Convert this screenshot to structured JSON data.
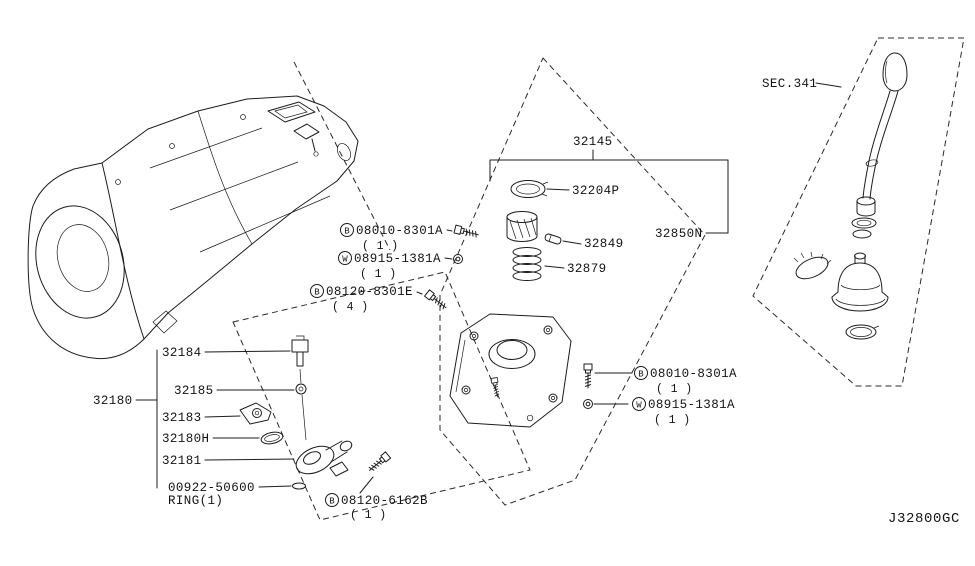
{
  "diagram": {
    "code": "J32800GC",
    "section": "SEC.341"
  },
  "parts": {
    "p32145": "32145",
    "p32204p": "32204P",
    "p32850n": "32850N",
    "p32849": "32849",
    "p32879": "32879",
    "p32184": "32184",
    "p32185": "32185",
    "p32180": "32180",
    "p32183": "32183",
    "p32180h": "32180H",
    "p32181": "32181",
    "ring_number": "00922-50600",
    "ring_name": "RING(1)"
  },
  "callouts": {
    "bolt_08010_left": {
      "letter": "B",
      "number": "08010-8301A",
      "qty": "( 1 )"
    },
    "washer_08915_left": {
      "letter": "W",
      "number": "08915-1381A",
      "qty": "( 1 )"
    },
    "bolt_08120_8301e": {
      "letter": "B",
      "number": "08120-8301E",
      "qty": "( 4 )"
    },
    "bolt_08120_6162b": {
      "letter": "B",
      "number": "08120-6162B",
      "qty": "( 1 )"
    },
    "bolt_08010_right": {
      "letter": "B",
      "number": "08010-8301A",
      "qty": "( 1 )"
    },
    "washer_08915_right": {
      "letter": "W",
      "number": "08915-1381A",
      "qty": "( 1 )"
    }
  }
}
